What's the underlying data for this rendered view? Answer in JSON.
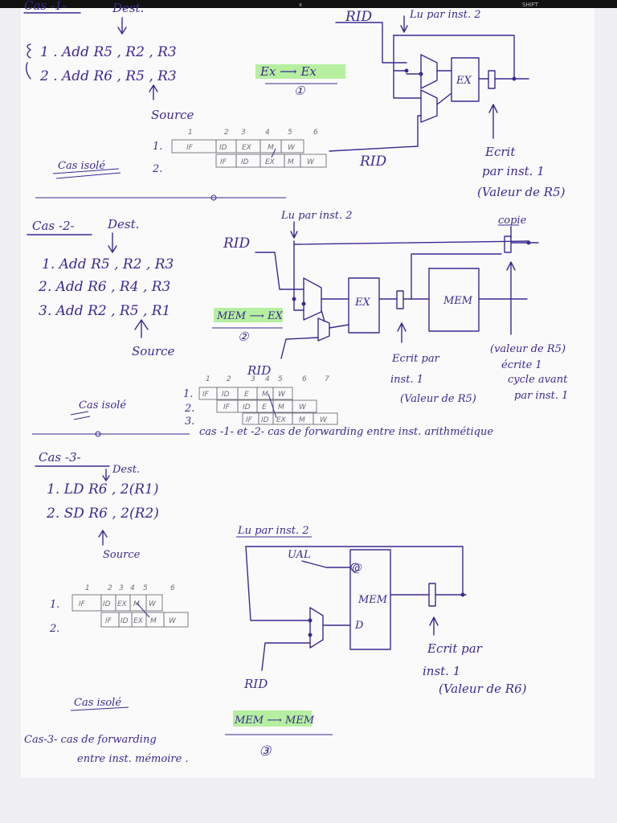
{
  "colors": {
    "ink": "#3b2a8f",
    "pencil": "#6f6f78",
    "highlight": "#a9ec8f",
    "paper": "#f4f4f6",
    "background": "#111111"
  },
  "keyboard_keys": [
    "x",
    "SHIFT"
  ],
  "case1": {
    "title": "Cas -1-",
    "dest": "Dest.",
    "instr": [
      "1 . Add R5 , R2 , R3",
      "2 . Add R6 , R5 , R3"
    ],
    "source": "Source",
    "mode": "Ex ⟶ Ex",
    "mode_num": "①",
    "isole": "Cas isolé",
    "stage_nums": [
      "1",
      "2",
      "3",
      "4",
      "5",
      "6"
    ],
    "row_labels": [
      "1.",
      "2."
    ],
    "row1": [
      "IF",
      "ID",
      "EX",
      "M",
      "W"
    ],
    "row2": [
      "IF",
      "ID",
      "EX",
      "M",
      "W"
    ],
    "rid_top": "RID",
    "lu": "Lu par inst. 2",
    "ex": "EX",
    "rid_bottom": "RID",
    "ecrit": [
      "Ecrit",
      "par inst. 1",
      "(Valeur de R5)"
    ]
  },
  "case2": {
    "title": "Cas -2-",
    "dest": "Dest.",
    "instr": [
      "1. Add R5 , R2 , R3",
      "2. Add R6 , R4 , R3",
      "3. Add R2 , R5 , R1"
    ],
    "source": "Source",
    "lu": "Lu par inst. 2",
    "rid_top": "RID",
    "mode": "MEM ⟶ EX",
    "mode_num": "②",
    "ex": "EX",
    "mem": "MEM",
    "copie": "copie",
    "rid_bottom": "RID",
    "ecrit": [
      "Ecrit par",
      "inst. 1",
      "(Valeur de R5)"
    ],
    "valeur": [
      "(valeur de R5)",
      "écrite 1",
      "cycle avant",
      "par inst. 1"
    ],
    "isole": "Cas isolé",
    "stage_nums": [
      "1",
      "2",
      "3",
      "4",
      "5",
      "6",
      "7"
    ],
    "row_labels": [
      "1.",
      "2.",
      "3."
    ],
    "row1": [
      "IF",
      "ID",
      "E",
      "M",
      "W"
    ],
    "row2": [
      "IF",
      "ID",
      "E",
      "M",
      "W"
    ],
    "row3": [
      "IF",
      "ID",
      "EX",
      "M",
      "W"
    ],
    "summary": "cas -1- et -2- cas de forwarding entre inst. arithmétique"
  },
  "case3": {
    "title": "Cas -3-",
    "dest": "Dest.",
    "instr": [
      "1. LD R6 , 2(R1)",
      "2. SD R6 , 2(R2)"
    ],
    "source": "Source",
    "lu": "Lu par inst. 2",
    "ual": "UAL",
    "mem": "MEM",
    "port_a": "@",
    "port_d": "D",
    "rid": "RID",
    "ecrit": [
      "Ecrit par",
      "inst. 1",
      "(Valeur de R6)"
    ],
    "stage_nums": [
      "1",
      "2",
      "3",
      "4",
      "5",
      "6"
    ],
    "row_labels": [
      "1.",
      "2."
    ],
    "row1": [
      "IF",
      "ID",
      "EX",
      "M",
      "W"
    ],
    "row2": [
      "IF",
      "ID",
      "EX",
      "M",
      "W"
    ],
    "isole": "Cas isolé",
    "summary": [
      "Cas-3- cas de forwarding",
      "entre inst. mémoire ."
    ],
    "mode": "MEM ⟶ MEM",
    "mode_num": "③"
  }
}
